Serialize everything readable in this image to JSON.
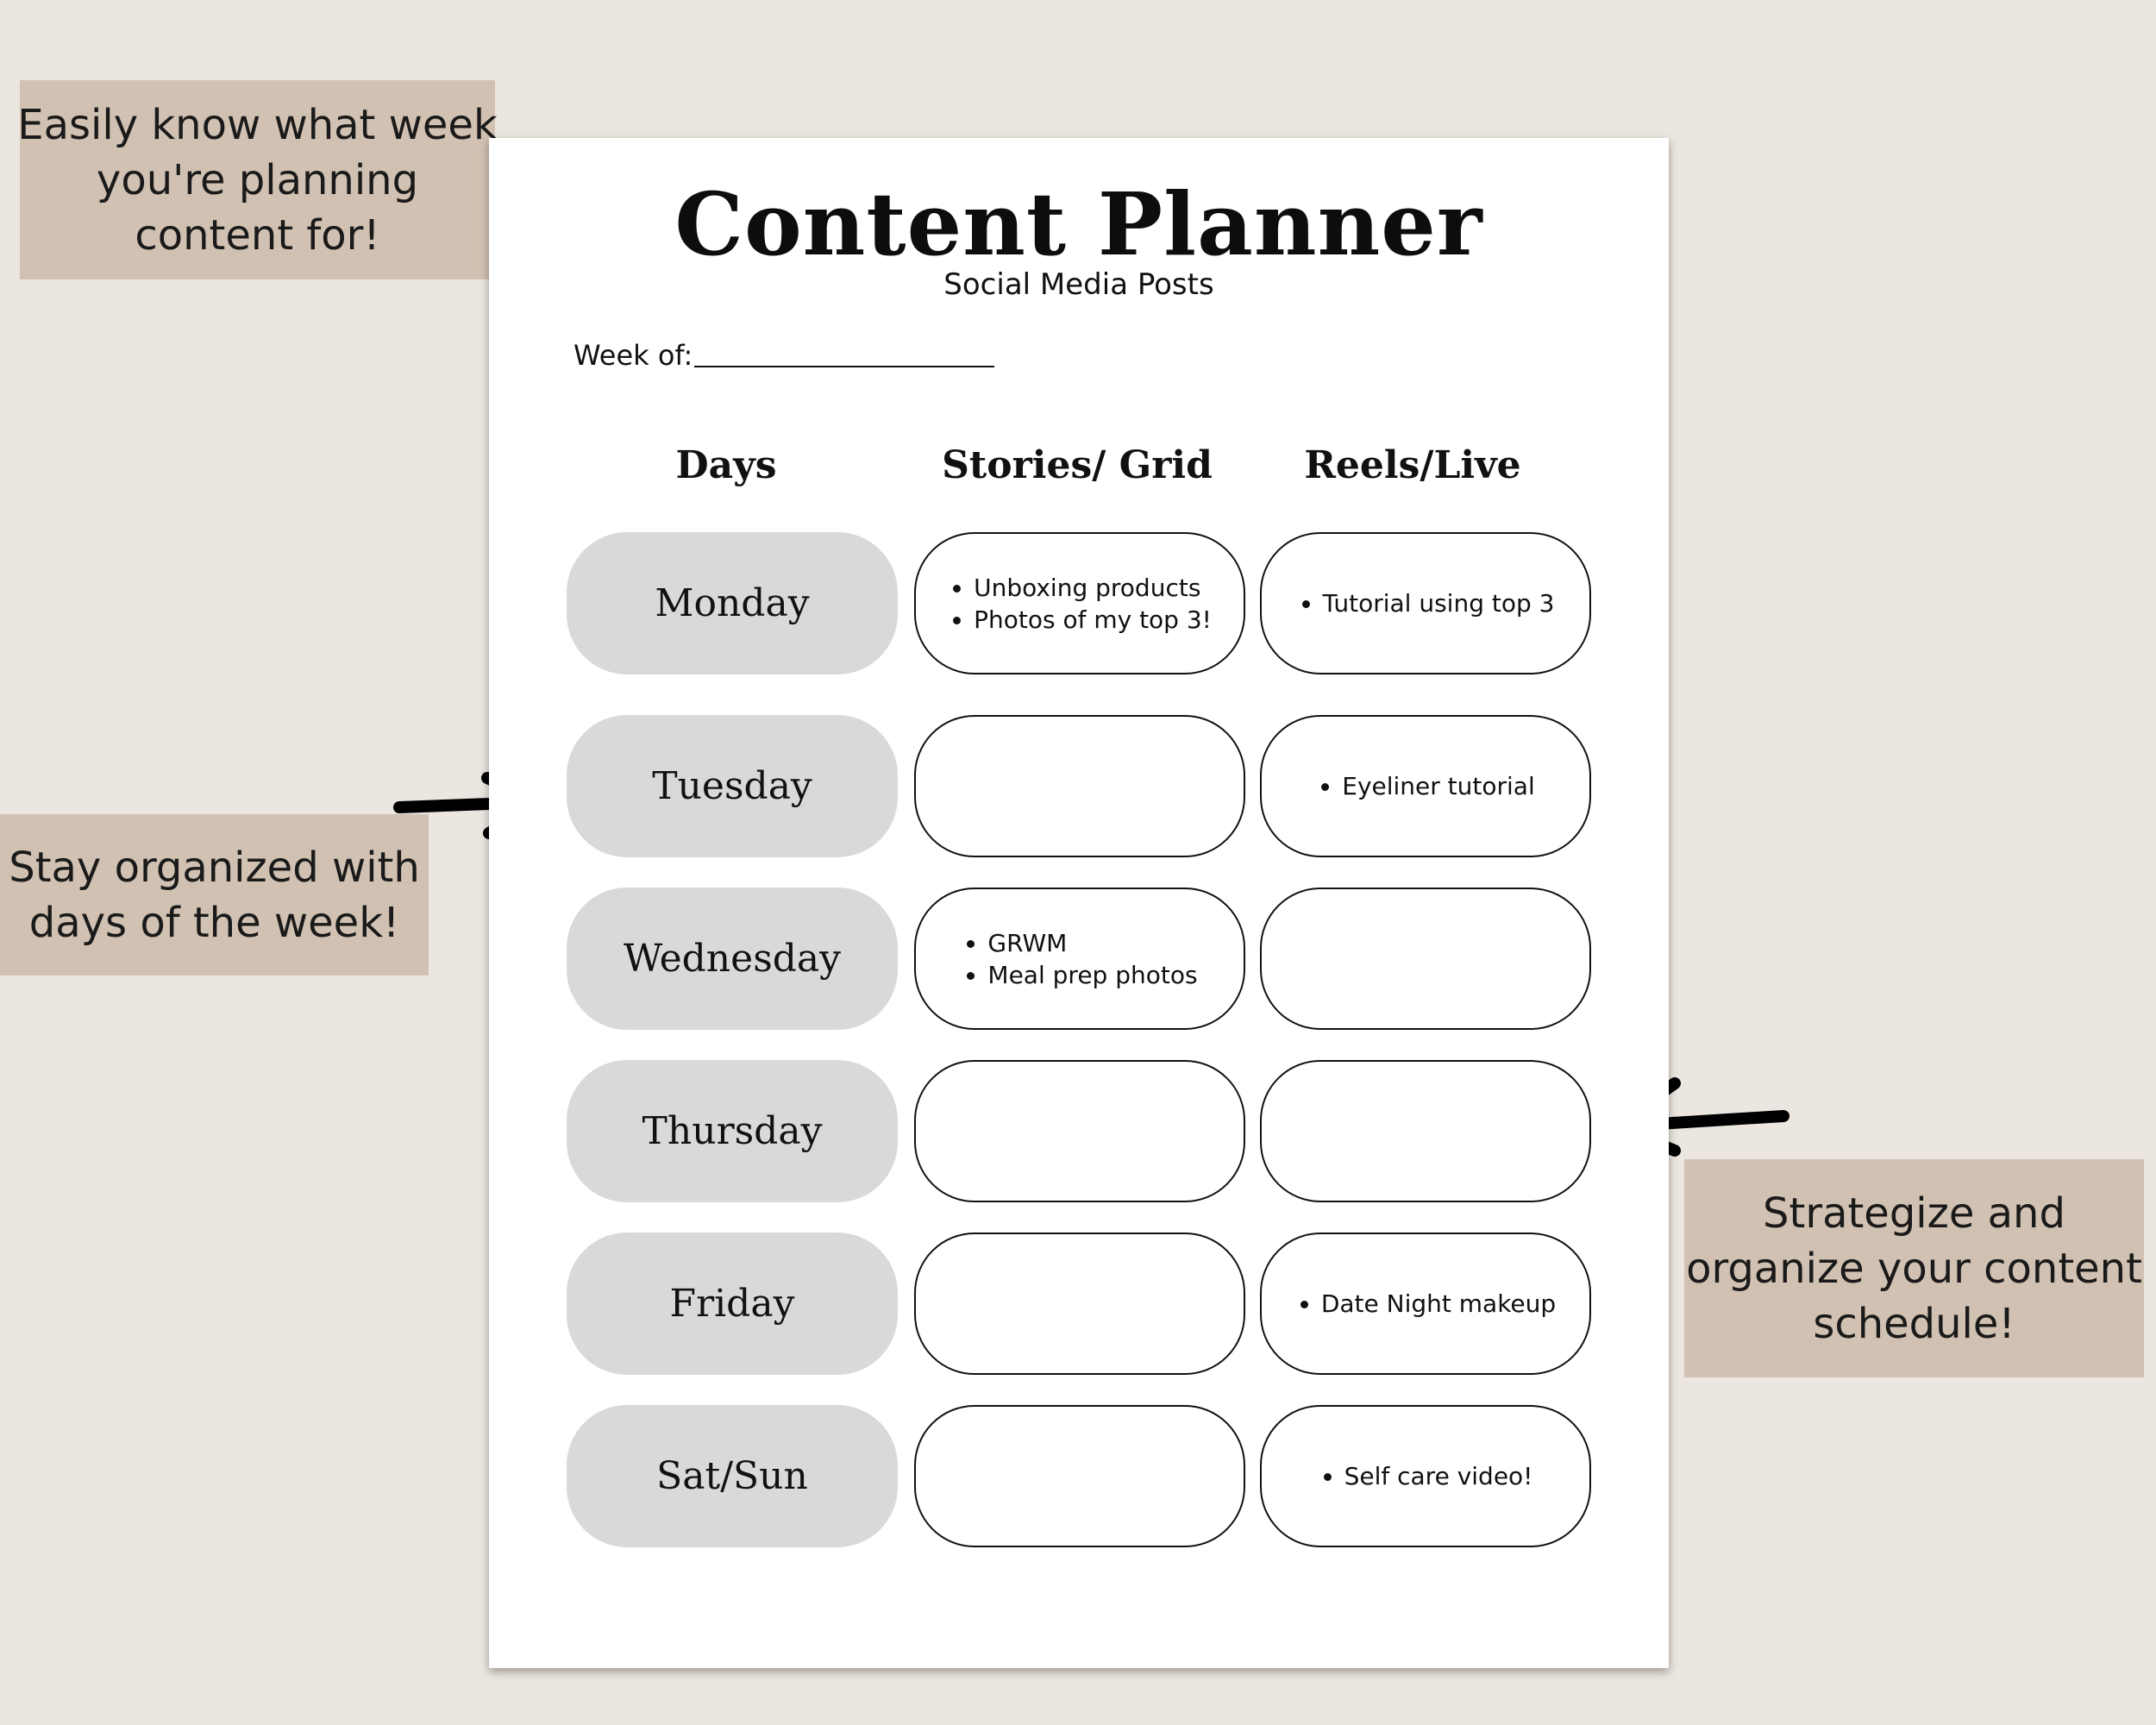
{
  "callouts": {
    "week": [
      "Easily know what week",
      "you're planning",
      "content for!"
    ],
    "days": [
      "Stay organized with",
      "days of the week!"
    ],
    "strategy": [
      "Strategize and",
      "organize your content",
      "schedule!"
    ]
  },
  "planner": {
    "title": "Content Planner",
    "subtitle": "Social Media Posts",
    "week_label": "Week of:",
    "columns": [
      "Days",
      "Stories/ Grid",
      "Reels/Live"
    ],
    "rows": [
      {
        "day": "Monday",
        "stories": [
          "Unboxing products",
          "Photos of my top 3!"
        ],
        "reels": [
          "Tutorial using top 3"
        ]
      },
      {
        "day": "Tuesday",
        "stories": [],
        "reels": [
          "Eyeliner tutorial"
        ]
      },
      {
        "day": "Wednesday",
        "stories": [
          "GRWM",
          "Meal prep photos"
        ],
        "reels": []
      },
      {
        "day": "Thursday",
        "stories": [],
        "reels": []
      },
      {
        "day": "Friday",
        "stories": [],
        "reels": [
          "Date Night makeup"
        ]
      },
      {
        "day": "Sat/Sun",
        "stories": [],
        "reels": [
          "Self care video!"
        ]
      }
    ]
  },
  "colors": {
    "background": "#ece6e0",
    "callout": "#d1c1b2",
    "day_cell": "#d9d9d9",
    "page": "#ffffff"
  },
  "icons": [
    "arrow-down-right-icon",
    "arrow-right-icon",
    "arrow-left-icon"
  ]
}
